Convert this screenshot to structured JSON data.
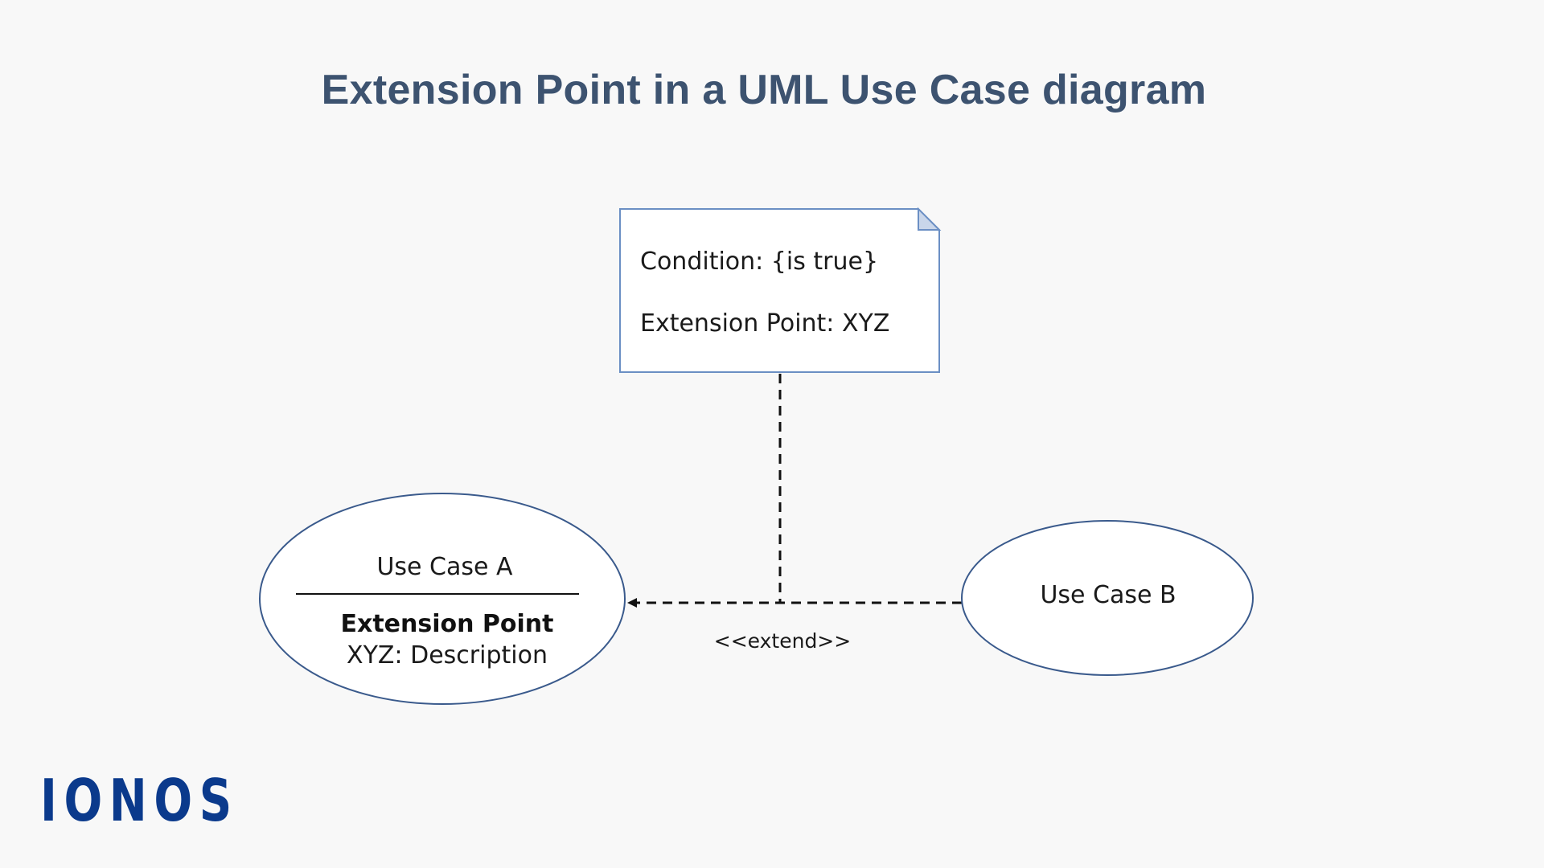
{
  "title": "Extension Point in a UML Use Case diagram",
  "note": {
    "condition": "Condition: {is true}",
    "extension_point": "Extension Point: XYZ"
  },
  "use_case_a": {
    "name": "Use Case A",
    "section_heading": "Extension Point",
    "section_entry": "XYZ: Description"
  },
  "use_case_b": {
    "name": "Use Case B"
  },
  "relationship": {
    "stereotype": "<<extend>>"
  },
  "brand": {
    "logo_text": "IONOS",
    "logo_color": "#0b3a8c"
  },
  "colors": {
    "title": "#3d5370",
    "shape_stroke": "#3a5a8c",
    "background": "#f8f8f8"
  }
}
